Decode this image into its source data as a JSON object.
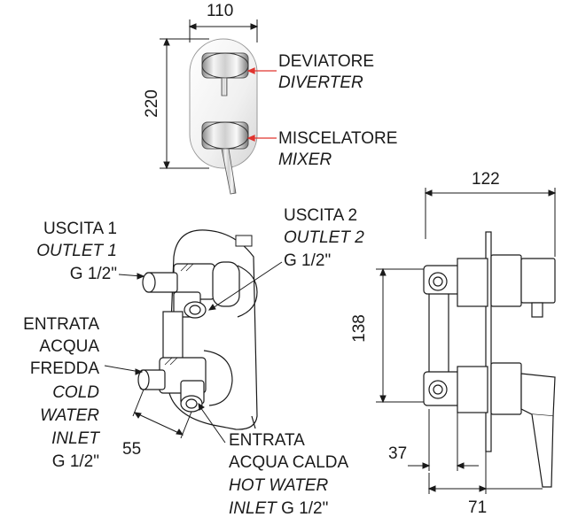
{
  "dimensions": {
    "top_width": "110",
    "top_height": "220",
    "side_width": "122",
    "side_height": "138",
    "depth_small": "37",
    "depth_large": "71",
    "pipe_spacing": "55"
  },
  "labels": {
    "diverter_it": "DEVIATORE",
    "diverter_en": "DIVERTER",
    "mixer_it": "MISCELATORE",
    "mixer_en": "MIXER",
    "outlet1_it": "USCITA 1",
    "outlet1_en": "OUTLET 1",
    "outlet1_size": "G 1/2\"",
    "outlet2_it": "USCITA 2",
    "outlet2_en": "OUTLET 2",
    "outlet2_size": "G 1/2\"",
    "cold_it_1": "ENTRATA",
    "cold_it_2": "ACQUA",
    "cold_it_3": "FREDDA",
    "cold_en_1": "COLD",
    "cold_en_2": "WATER",
    "cold_en_3": "INLET",
    "cold_size": "G 1/2\"",
    "hot_it_1": "ENTRATA",
    "hot_it_2": "ACQUA CALDA",
    "hot_en_1": "HOT WATER",
    "hot_en_2": "INLET",
    "hot_size": "G 1/2\""
  },
  "colors": {
    "line": "#1a1a1a",
    "leader_red": "#e0342f",
    "chrome_light": "#f2f2f2",
    "chrome_mid": "#bdbdbd",
    "chrome_dark": "#555555"
  }
}
